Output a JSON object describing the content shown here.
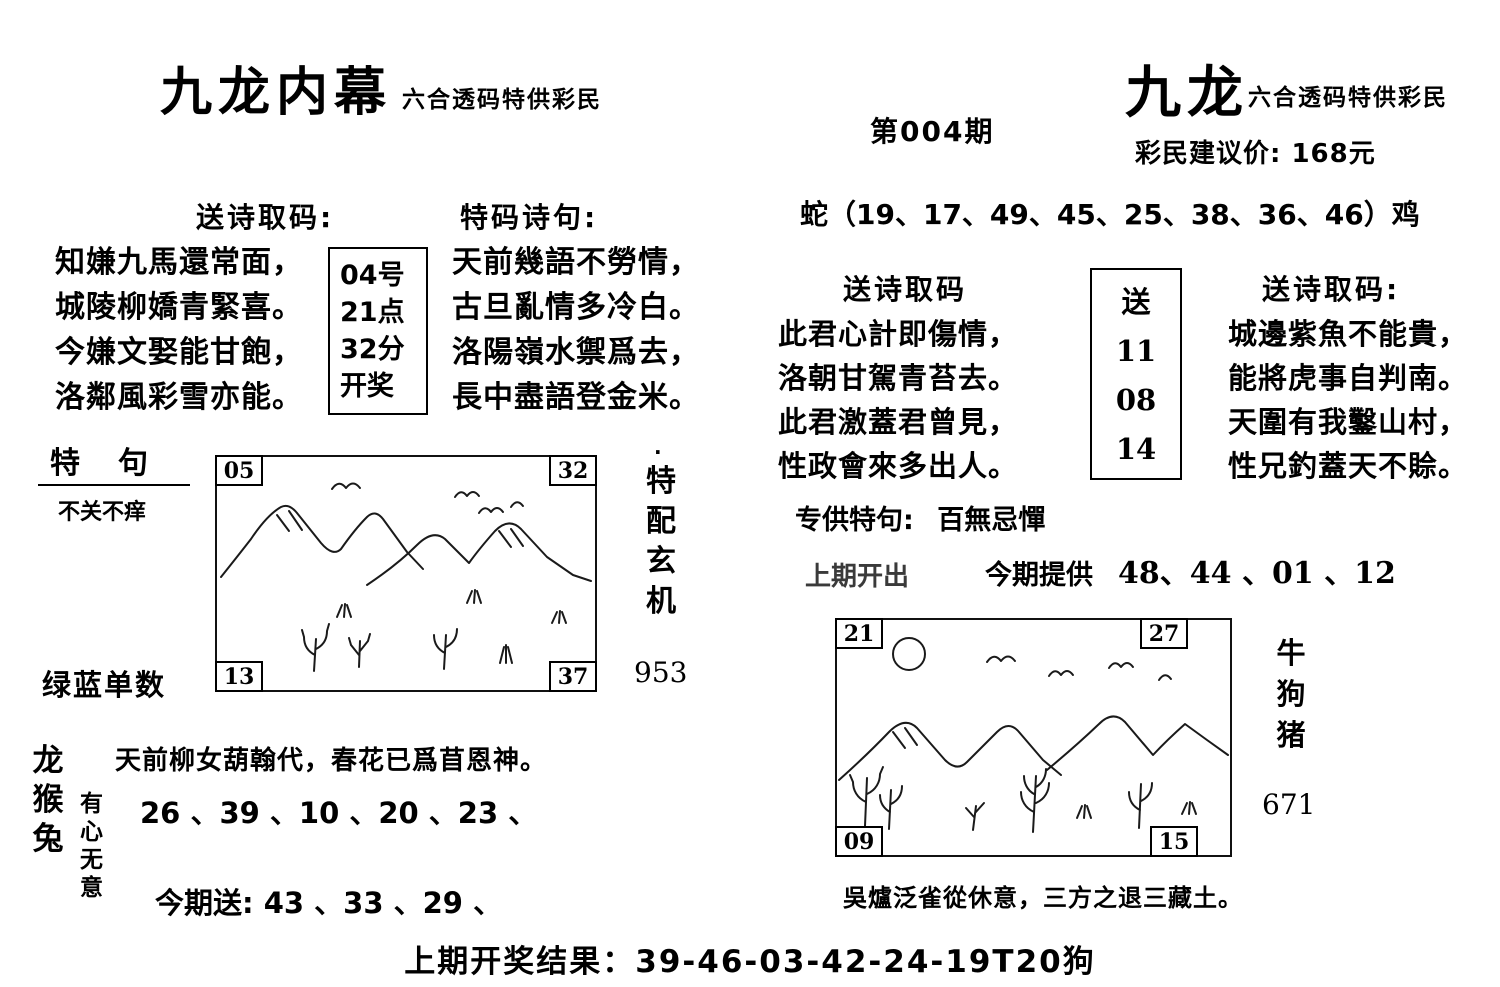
{
  "left": {
    "title": "九龙内幕",
    "subtitle": "六合透码特供彩民",
    "poem1": {
      "heading": "送诗取码:",
      "lines": [
        "知嫌九馬還常面，",
        "城陵柳嬌青緊喜。",
        "今嫌文娶能甘飽，",
        "洛鄰風彩雪亦能。"
      ]
    },
    "code_box": {
      "lines": [
        "04号",
        "21点",
        "32分",
        "开奖"
      ]
    },
    "poem2": {
      "heading": "特码诗句:",
      "lines": [
        "天前幾語不勞情，",
        "古旦亂情多冷白。",
        "洛陽嶺水禦爲去，",
        "長中盡語登金米。"
      ]
    },
    "teju": {
      "label": "特　句",
      "text": "不关不痒"
    },
    "picture": {
      "tl": "05",
      "tr": "32",
      "bl": "13",
      "br": "37"
    },
    "mystic_dot": "·",
    "mystic_vertical": "特配玄机",
    "mystic_number": "953",
    "green_blue_label": "绿蓝单数",
    "zodiac_vertical": "龙猴兔",
    "intent_vertical": "有心无意",
    "bottom_poem": "天前柳女葫翰代，春花已爲苜恩神。",
    "numbers_line": "26 、39 、10 、20 、23 、",
    "gift_label": "今期送:",
    "gift_numbers": "43 、33 、29 、"
  },
  "right": {
    "issue": "第004期",
    "title": "九龙",
    "subtitle": "六合透码特供彩民",
    "price": "彩民建议价: 168元",
    "zodiac_line": "蛇（19、17、49、45、25、38、36、46）鸡",
    "poem1": {
      "heading": "送诗取码",
      "lines": [
        "此君心計即傷情，",
        "洛朝甘駕青苔去。",
        "此君激蓋君曾見，",
        "性政會來多出人。"
      ]
    },
    "send_box": {
      "lines": [
        "送",
        "11",
        "08",
        "14"
      ]
    },
    "poem2": {
      "heading": "送诗取码:",
      "lines": [
        "城邊紫魚不能貴，",
        "能將虎事自判南。",
        "天圍有我鑿山村，",
        "性兄釣蓋天不賒。"
      ]
    },
    "special": {
      "label": "专供特句:",
      "text": "百無忌憚"
    },
    "open_line": {
      "last": "上期开出",
      "offer_label": "今期提供",
      "numbers": "48、44 、01 、12"
    },
    "picture": {
      "tl": "21",
      "tr": "27",
      "bl": "09",
      "br": "15"
    },
    "zodiac_vertical": "牛狗猪",
    "side_number": "671",
    "caption": "吳爐泛雀從休意，三方之退三藏土。"
  },
  "footer": "上期开奖结果：39-46-03-42-24-19T20狗"
}
